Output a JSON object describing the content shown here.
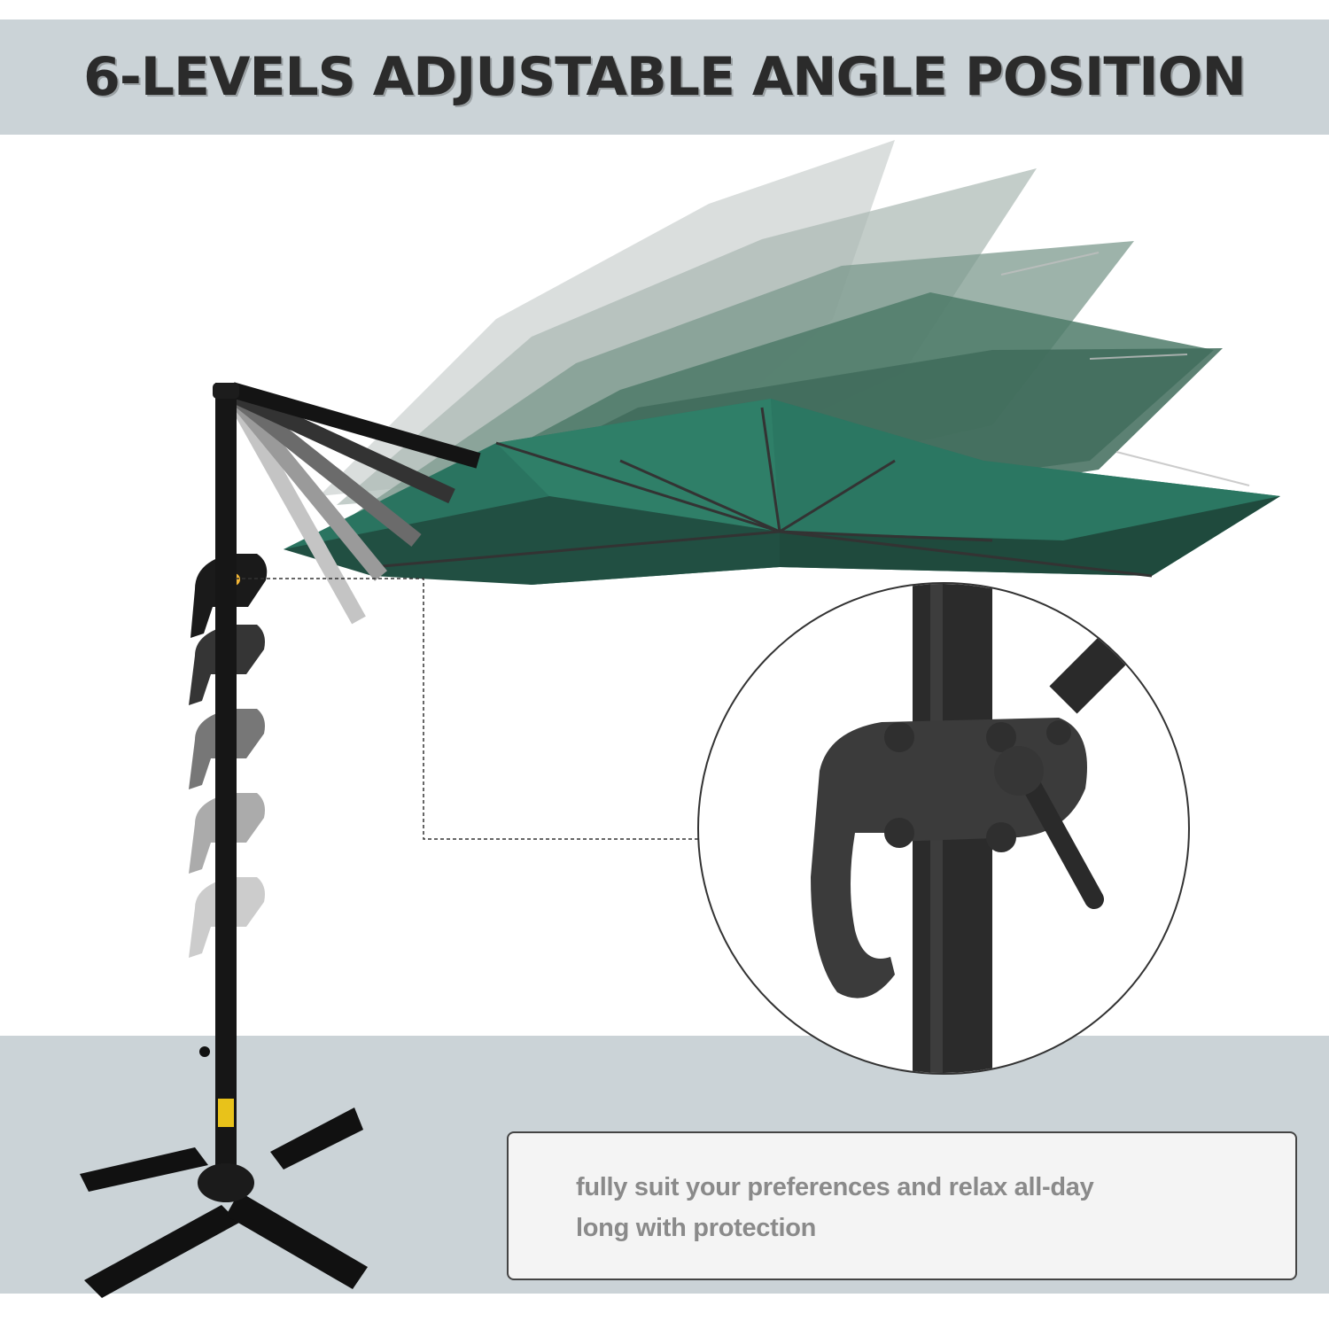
{
  "header": {
    "title": "6-LEVELS ADJUSTABLE ANGLE POSITION"
  },
  "note": {
    "line1": "fully suit your preferences and relax all-day",
    "line2": "long with protection"
  },
  "product": {
    "subject": "cantilever patio umbrella",
    "angle_levels": 6,
    "canopy_color": "#236b55",
    "frame_color": "#1a1a1a",
    "label_sticker_color": "#e8c21a",
    "knob_dot_color": "#f2b535"
  },
  "colors": {
    "band": "#cbd3d7",
    "title_text": "#2b2b2b",
    "note_bg": "#f4f4f4",
    "note_border": "#444444",
    "note_text": "#8a8a8a"
  }
}
